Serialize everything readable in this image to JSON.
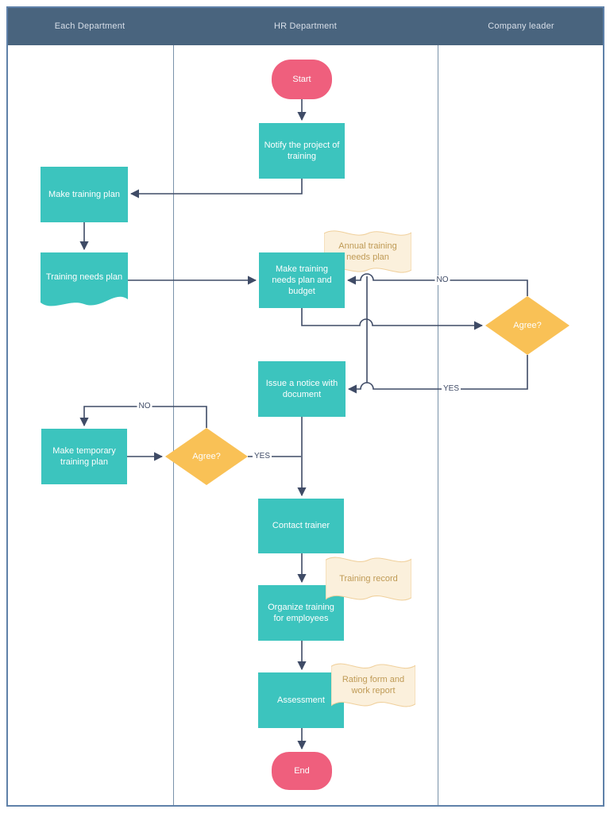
{
  "header": {
    "lanes": [
      {
        "title": "Each Department"
      },
      {
        "title": "HR Department"
      },
      {
        "title": "Company leader"
      }
    ]
  },
  "nodes": {
    "start": {
      "label": "Start",
      "type": "terminator"
    },
    "notify": {
      "label": "Notify the project of training",
      "type": "process"
    },
    "make_training_plan": {
      "label": "Make training plan",
      "type": "process"
    },
    "training_needs_plan": {
      "label": "Training needs plan",
      "type": "document"
    },
    "make_budget": {
      "label": "Make training needs plan and budget",
      "type": "process"
    },
    "annual_doc": {
      "label": "Annual training needs plan",
      "type": "document"
    },
    "agree_right": {
      "label": "Agree?",
      "type": "decision"
    },
    "issue_notice": {
      "label": "Issue a notice with document",
      "type": "process"
    },
    "make_temporary": {
      "label": "Make temporary training plan",
      "type": "process"
    },
    "agree_left": {
      "label": "Agree?",
      "type": "decision"
    },
    "contact_trainer": {
      "label": "Contact trainer",
      "type": "process"
    },
    "training_record": {
      "label": "Training record",
      "type": "document"
    },
    "organize_training": {
      "label": "Organize training for employees",
      "type": "process"
    },
    "assessment": {
      "label": "Assessment",
      "type": "process"
    },
    "rating_doc": {
      "label": "Rating form and work report",
      "type": "document"
    },
    "end": {
      "label": "End",
      "type": "terminator"
    }
  },
  "edge_labels": {
    "agree_right_no": "NO",
    "agree_right_yes": "YES",
    "agree_left_no": "NO",
    "agree_left_yes": "YES"
  },
  "colors": {
    "header_bg": "#49647e",
    "process": "#3cc4be",
    "terminator": "#ef5f7d",
    "decision": "#f9c156",
    "doc_fill": "#fbf0dc",
    "doc_border": "#f0d09c",
    "doc_text": "#bf9a55",
    "connector": "#3f4b66",
    "frame": "#5f81a9",
    "divider": "#7a92aa"
  }
}
